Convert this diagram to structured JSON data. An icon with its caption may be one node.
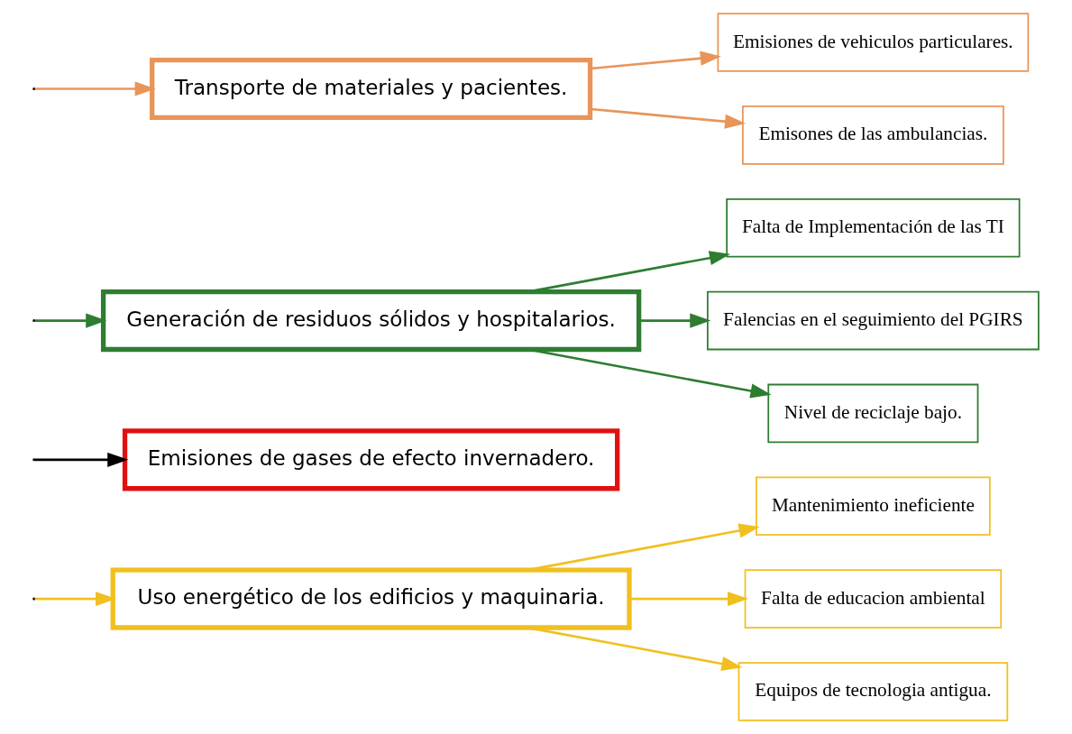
{
  "diagram": {
    "nodes": [
      {
        "text": [
          "Uso energético de los edificios y maquinaria."
        ]
      },
      {
        "text": [
          "Mantenimiento ineficiente"
        ]
      },
      {
        "text": [
          "Falta de educacion ambiental"
        ]
      },
      {
        "text": [
          "Equipos de tecnologia antigua."
        ]
      },
      {
        "text": [
          "Emisiones de gases de efecto invernadero."
        ]
      },
      {
        "text": [
          "Falta de Implementación de las TI"
        ]
      },
      {
        "text": [
          "Falencias en el seguimiento del PGIRS"
        ]
      },
      {
        "text": [
          "Nivel de reciclaje bajo."
        ]
      },
      {
        "text": [
          "Emisiones de vehiculos particulares."
        ]
      },
      {
        "text": [
          "Emisones de las ambulancias."
        ]
      },
      {
        "text": [
          "Generación de residuos sólidos y hospitalarios."
        ]
      },
      {
        "text": [
          "Transporte de materiales y pacientes."
        ]
      }
    ],
    "edges": [
      {
        "from": null,
        "to": 4,
        "arrow": "to",
        "color": "#000000"
      },
      {
        "from": null,
        "to": 0,
        "arrow": "to",
        "color": "#f0c020"
      },
      {
        "from": 0,
        "to": 1,
        "arrow": "to",
        "color": "#f0c020"
      },
      {
        "from": 0,
        "to": 2,
        "arrow": "to",
        "color": "#f0c020"
      },
      {
        "from": 0,
        "to": 3,
        "arrow": "to",
        "color": "#f0c020"
      },
      {
        "from": null,
        "to": 10,
        "arrow": "to",
        "color": "#2e7d32"
      },
      {
        "from": 10,
        "to": 5,
        "arrow": "to",
        "color": "#2e7d32"
      },
      {
        "from": 10,
        "to": 6,
        "arrow": "to",
        "color": "#2e7d32"
      },
      {
        "from": 10,
        "to": 7,
        "arrow": "to",
        "color": "#2e7d32"
      },
      {
        "from": null,
        "to": 11,
        "arrow": "to",
        "color": "#e8955a"
      },
      {
        "from": 11,
        "to": 8,
        "arrow": "to",
        "color": "#e8955a"
      },
      {
        "from": 11,
        "to": 9,
        "arrow": "to",
        "color": "#e8955a"
      }
    ]
  }
}
